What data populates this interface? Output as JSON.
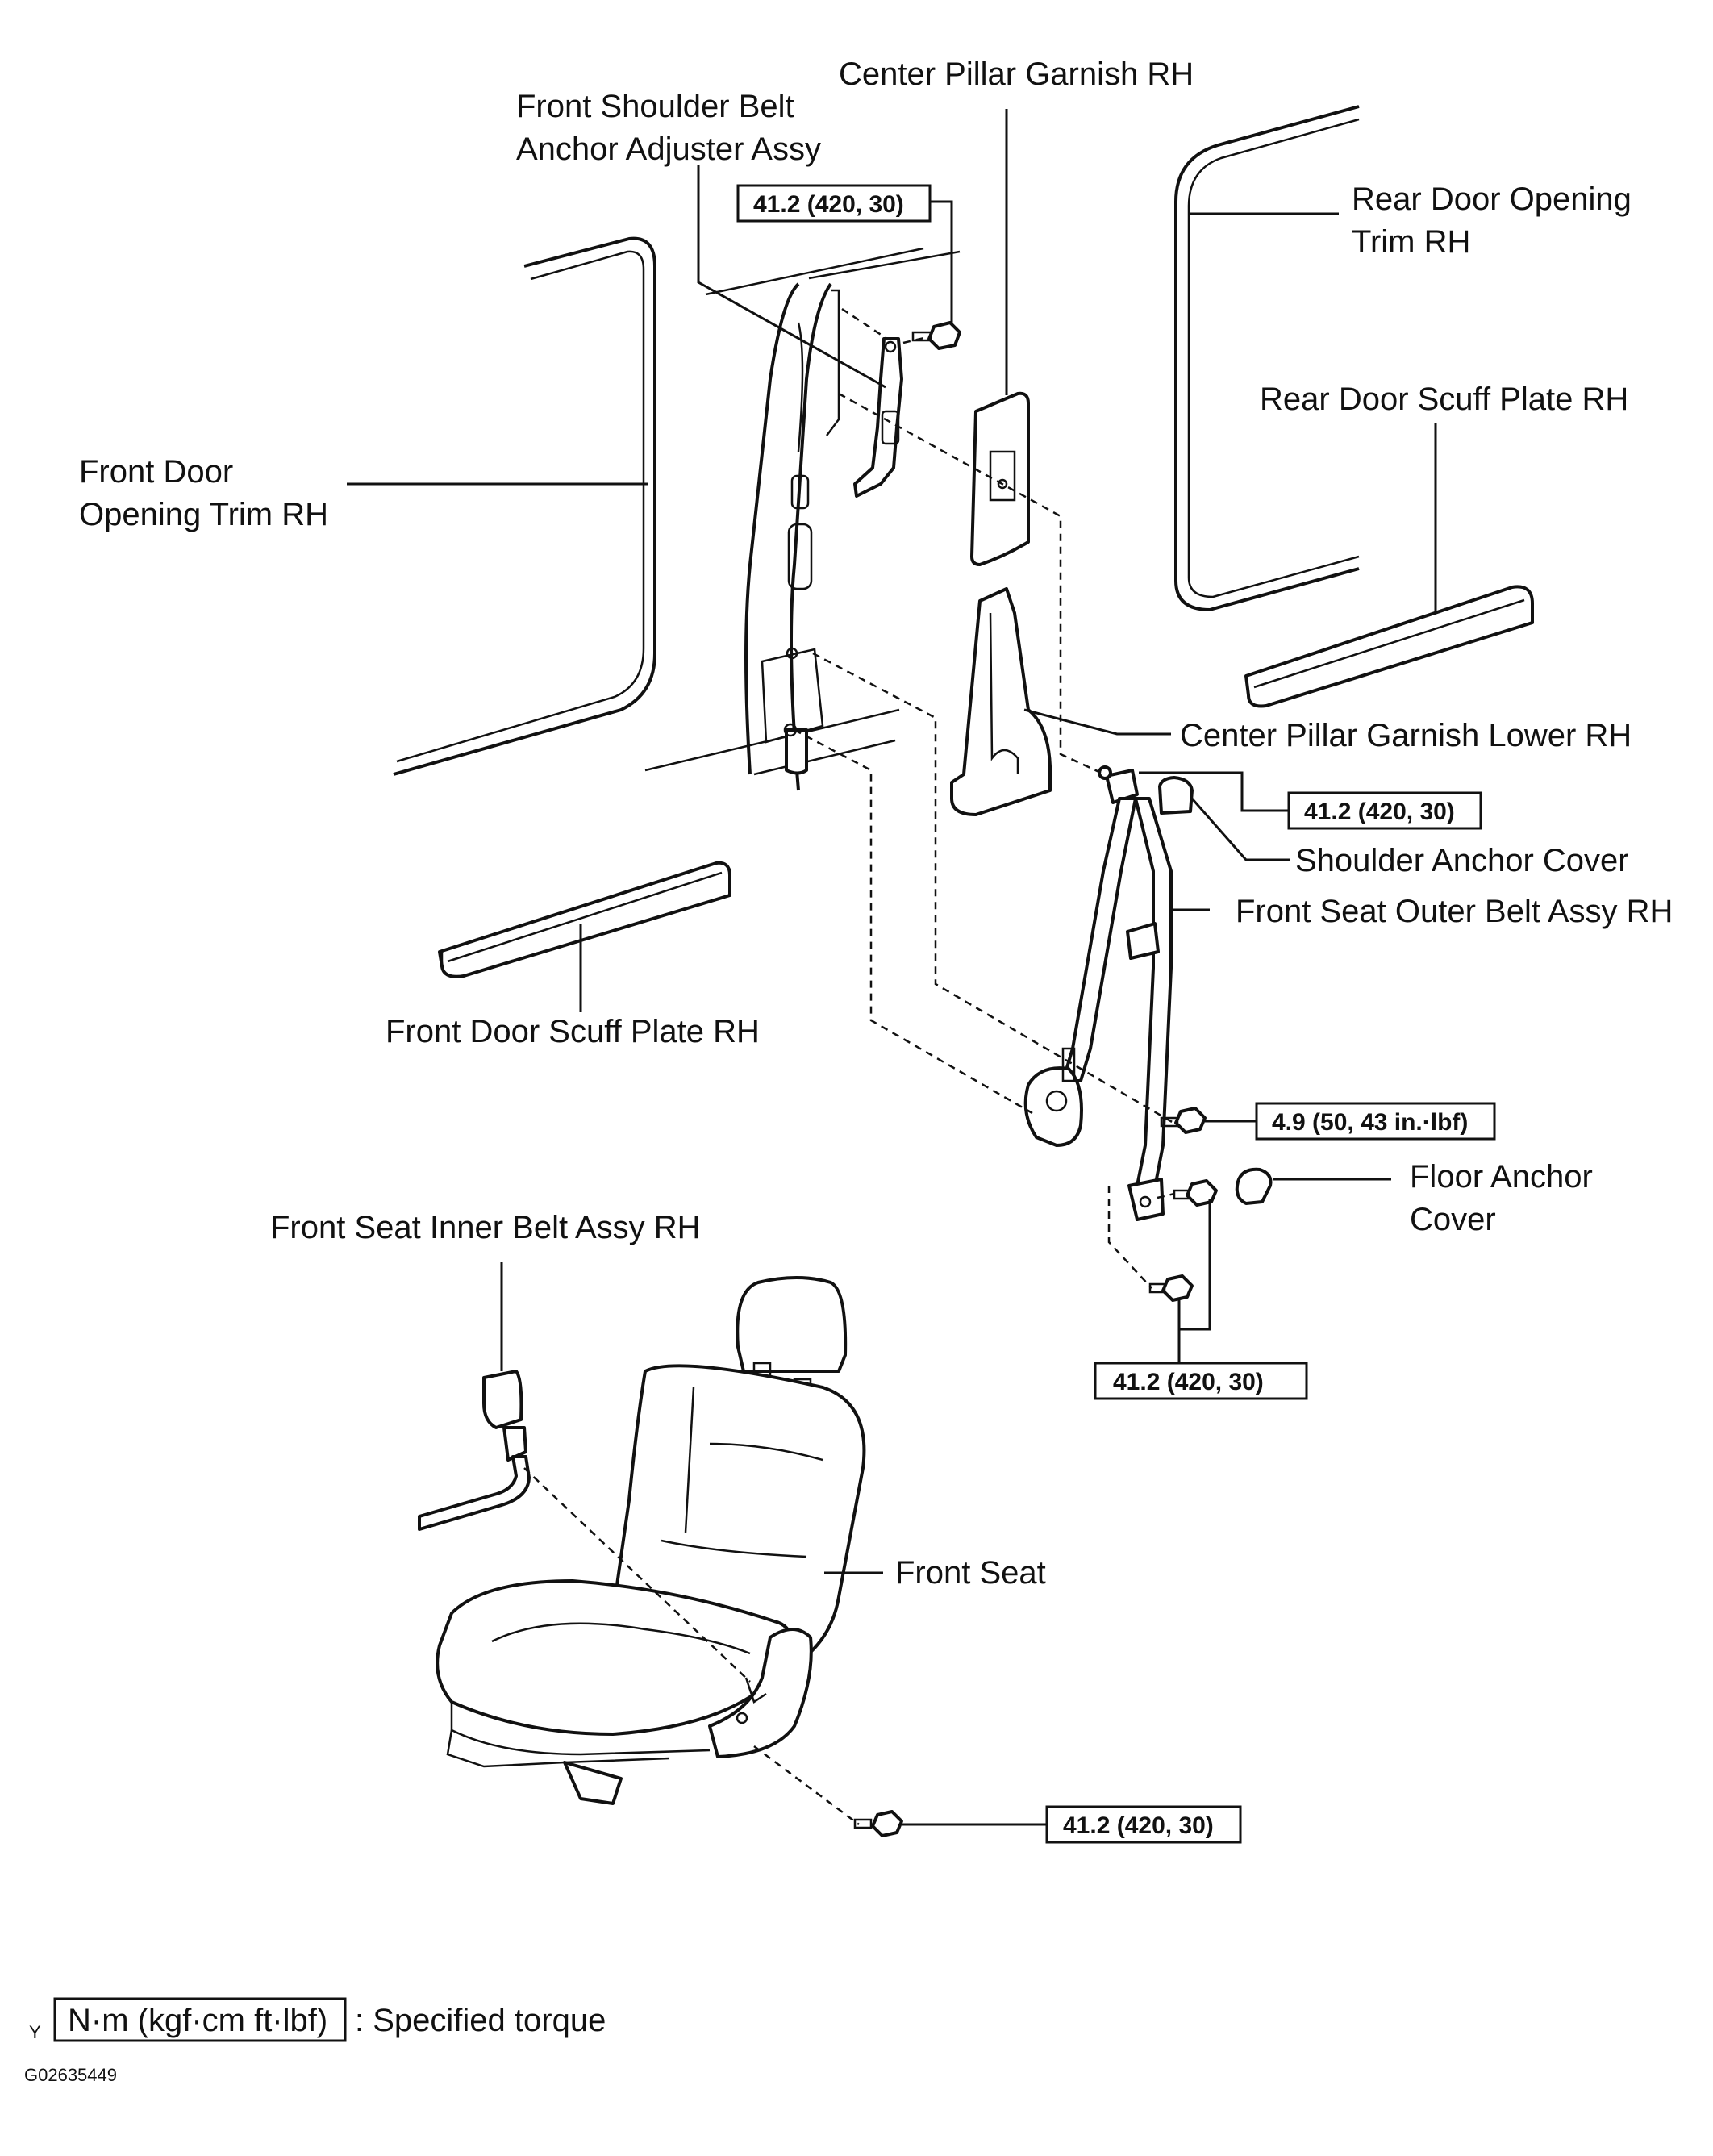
{
  "labels": {
    "center_pillar_garnish": "Center Pillar Garnish RH",
    "front_shoulder_belt_line1": "Front Shoulder Belt",
    "front_shoulder_belt_line2": "Anchor Adjuster Assy",
    "rear_door_opening_line1": "Rear Door Opening",
    "rear_door_opening_line2": "Trim RH",
    "rear_door_scuff": "Rear Door Scuff Plate RH",
    "front_door_opening_line1": "Front Door",
    "front_door_opening_line2": "Opening Trim RH",
    "center_pillar_lower": "Center Pillar Garnish Lower RH",
    "shoulder_anchor_cover": "Shoulder Anchor Cover",
    "front_seat_outer_belt": "Front Seat Outer Belt Assy RH",
    "front_door_scuff": "Front Door Scuff Plate RH",
    "floor_anchor_cover_line1": "Floor Anchor",
    "floor_anchor_cover_line2": "Cover",
    "front_seat_inner_belt": "Front Seat Inner Belt Assy RH",
    "front_seat": "Front Seat"
  },
  "torques": {
    "adjuster_bolt": "41.2 (420, 30)",
    "shoulder_anchor_bolt": "41.2 (420, 30)",
    "retractor_bolt": "4.9 (50, 43 in.·lbf)",
    "floor_anchor_bolt": "41.2 (420, 30)",
    "seat_bolt": "41.2 (420, 30)"
  },
  "legend": {
    "marker": "Y",
    "unit_box": "N·m (kgf·cm ft·lbf)",
    "description": ": Specified torque"
  },
  "figure_code": "G02635449"
}
